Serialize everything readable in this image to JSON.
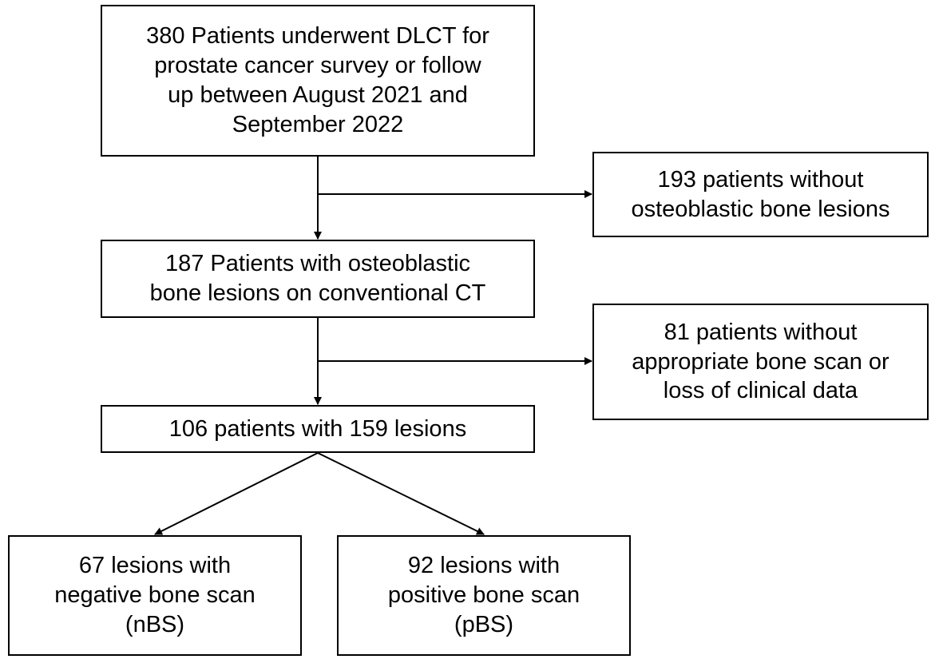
{
  "diagram": {
    "boxes": {
      "initial": {
        "lines": [
          "380 Patients underwent DLCT for",
          "prostate cancer survey or follow",
          "up between August 2021 and",
          "September 2022"
        ]
      },
      "excluded_1": {
        "lines": [
          "193 patients without",
          "osteoblastic bone lesions"
        ]
      },
      "osteoblastic": {
        "lines": [
          "187 Patients with osteoblastic",
          "bone lesions on conventional CT"
        ]
      },
      "excluded_2": {
        "lines": [
          "81 patients without",
          "appropriate bone scan or",
          "loss of clinical data"
        ]
      },
      "included": {
        "lines": [
          "106 patients with 159 lesions"
        ]
      },
      "nbs": {
        "lines": [
          "67 lesions with",
          "negative bone scan",
          "(nBS)"
        ]
      },
      "pbs": {
        "lines": [
          "92 lesions with",
          "positive bone scan",
          "(pBS)"
        ]
      }
    },
    "colors": {
      "stroke": "#000000",
      "background": "#ffffff",
      "text": "#000000"
    }
  }
}
